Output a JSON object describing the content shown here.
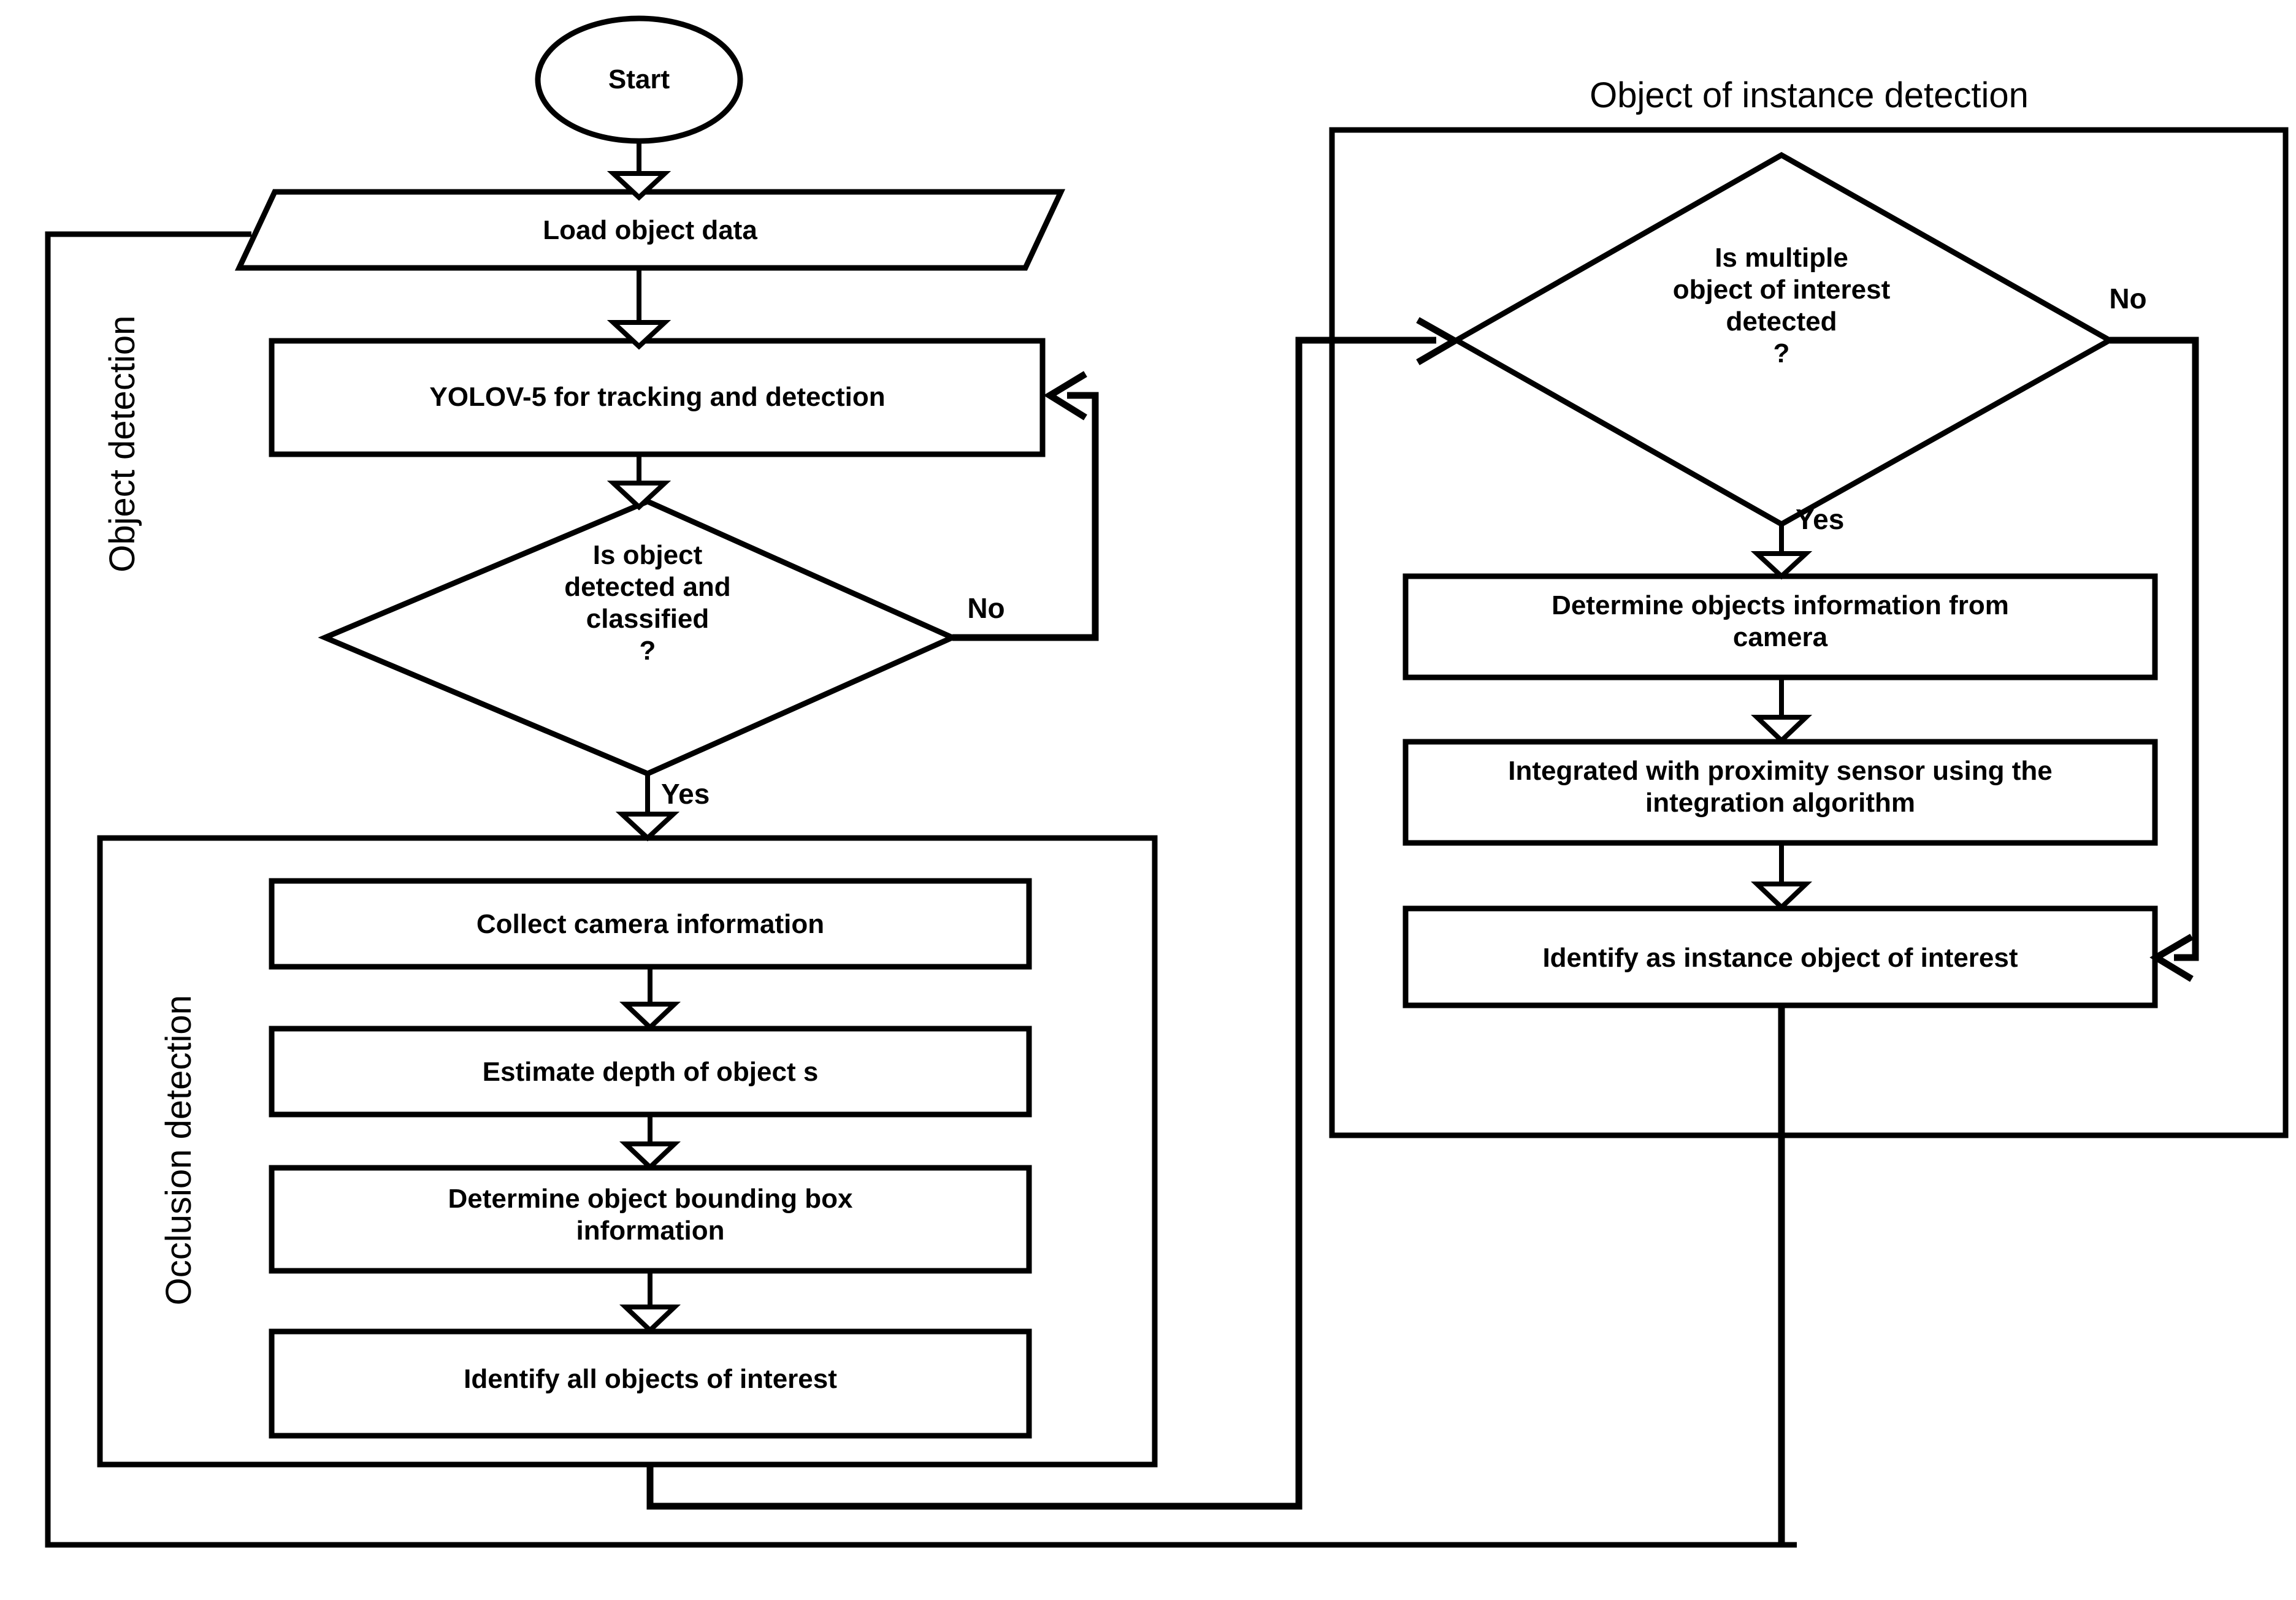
{
  "diagram": {
    "kind": "flowchart",
    "background_color": "#ffffff",
    "line_color": "#000000",
    "groups": [
      {
        "id": "object-detection",
        "title": "Object detection",
        "orientation": "vertical"
      },
      {
        "id": "occlusion-detection",
        "title": "Occlusion detection",
        "orientation": "vertical"
      },
      {
        "id": "object-of-instance-detection",
        "title": "Object of instance detection",
        "orientation": "horizontal"
      }
    ],
    "nodes": {
      "start": {
        "label": "Start",
        "shape": "ellipse"
      },
      "load_object_data": {
        "label": "Load object data",
        "shape": "parallelogram"
      },
      "yolo": {
        "label": "YOLOV-5 for tracking and detection",
        "shape": "rectangle"
      },
      "is_object_detected": {
        "label": "Is object\ndetected and\nclassified\n?",
        "shape": "diamond"
      },
      "collect_camera_information": {
        "label": "Collect camera information",
        "shape": "rectangle"
      },
      "estimate_depth": {
        "label": "Estimate depth of object s",
        "shape": "rectangle"
      },
      "determine_bbox": {
        "label": "Determine object bounding box\ninformation",
        "shape": "rectangle"
      },
      "identify_all_objects": {
        "label": "Identify all objects of interest",
        "shape": "rectangle"
      },
      "is_multiple_object": {
        "label": "Is multiple\nobject of interest\ndetected\n?",
        "shape": "diamond"
      },
      "determine_objects_information": {
        "label": "Determine objects information from\ncamera",
        "shape": "rectangle"
      },
      "integrated_proximity": {
        "label": "Integrated with proximity sensor  using the\nintegration algorithm",
        "shape": "rectangle"
      },
      "identify_instance_object": {
        "label": "Identify as instance object of interest",
        "shape": "rectangle"
      }
    },
    "edge_labels": {
      "detect_no": "No",
      "detect_yes": "Yes",
      "multiple_no": "No",
      "multiple_yes": "Yes"
    }
  }
}
